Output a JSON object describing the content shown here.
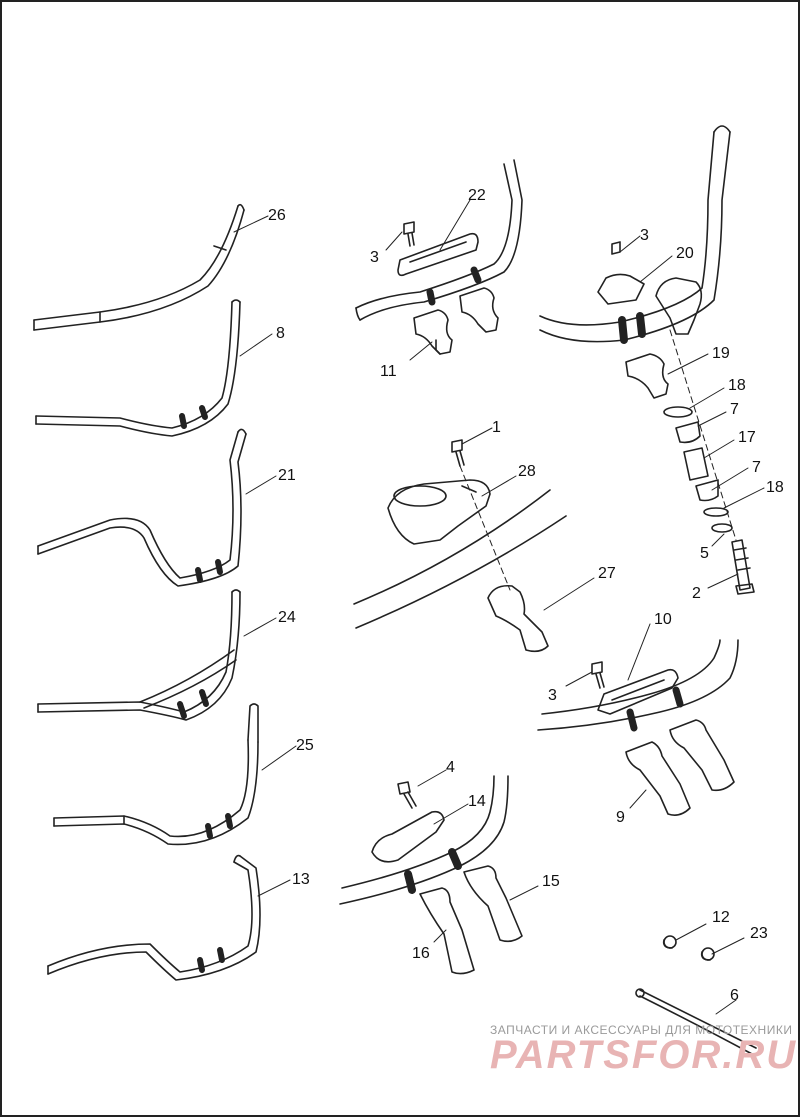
{
  "diagram": {
    "callouts": {
      "c1": "1",
      "c2": "2",
      "c3a": "3",
      "c3b": "3",
      "c3c": "3",
      "c4": "4",
      "c5": "5",
      "c6": "6",
      "c7a": "7",
      "c7b": "7",
      "c8": "8",
      "c9": "9",
      "c10": "10",
      "c11": "11",
      "c12": "12",
      "c13": "13",
      "c14": "14",
      "c15": "15",
      "c16": "16",
      "c17": "17",
      "c18a": "18",
      "c18b": "18",
      "c19": "19",
      "c20": "20",
      "c21": "21",
      "c22": "22",
      "c23": "23",
      "c24": "24",
      "c25": "25",
      "c26": "26",
      "c27": "27",
      "c28": "28"
    }
  },
  "watermark": {
    "tagline": "ЗАПЧАСТИ И АКСЕССУАРЫ ДЛЯ МОТОТЕХНИКИ",
    "logo": "PARTSFOR.RU"
  }
}
